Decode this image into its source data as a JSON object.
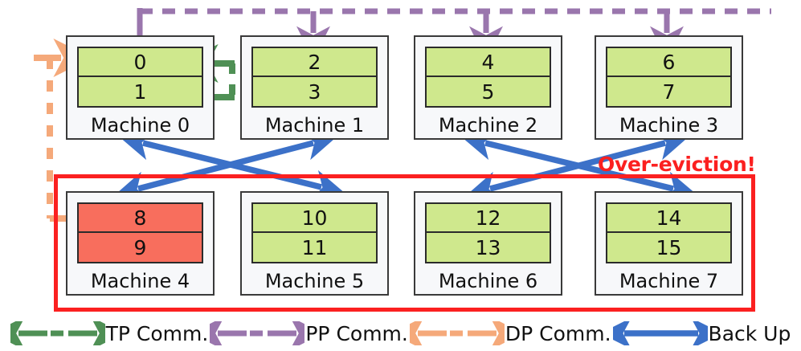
{
  "diagram": {
    "title_annotation": "Over-eviction!",
    "colors": {
      "healthy_block": "#cfe88d",
      "evicted_block": "#f86e5d",
      "alert_border": "#fb2020",
      "tp_comm": "#4f9055",
      "pp_comm": "#9a76ad",
      "dp_comm": "#f5a97a",
      "backup": "#3c71c8",
      "machine_fill": "#f7f8fa",
      "machine_border": "#3a3a3a"
    },
    "rows": [
      {
        "row_index": 0,
        "machines": [
          {
            "label": "Machine 0",
            "cells": [
              {
                "id": "0",
                "state": "healthy"
              },
              {
                "id": "1",
                "state": "healthy"
              }
            ]
          },
          {
            "label": "Machine 1",
            "cells": [
              {
                "id": "2",
                "state": "healthy"
              },
              {
                "id": "3",
                "state": "healthy"
              }
            ]
          },
          {
            "label": "Machine 2",
            "cells": [
              {
                "id": "4",
                "state": "healthy"
              },
              {
                "id": "5",
                "state": "healthy"
              }
            ]
          },
          {
            "label": "Machine 3",
            "cells": [
              {
                "id": "6",
                "state": "healthy"
              },
              {
                "id": "7",
                "state": "healthy"
              }
            ]
          }
        ]
      },
      {
        "row_index": 1,
        "machines": [
          {
            "label": "Machine 4",
            "cells": [
              {
                "id": "8",
                "state": "evicted"
              },
              {
                "id": "9",
                "state": "evicted"
              }
            ]
          },
          {
            "label": "Machine 5",
            "cells": [
              {
                "id": "10",
                "state": "healthy"
              },
              {
                "id": "11",
                "state": "healthy"
              }
            ]
          },
          {
            "label": "Machine 6",
            "cells": [
              {
                "id": "12",
                "state": "healthy"
              },
              {
                "id": "13",
                "state": "healthy"
              }
            ]
          },
          {
            "label": "Machine 7",
            "cells": [
              {
                "id": "14",
                "state": "healthy"
              },
              {
                "id": "15",
                "state": "healthy"
              }
            ]
          }
        ]
      }
    ],
    "backup_links": [
      {
        "from": "Machine 0",
        "to": "Machine 5"
      },
      {
        "from": "Machine 1",
        "to": "Machine 4"
      },
      {
        "from": "Machine 2",
        "to": "Machine 7"
      },
      {
        "from": "Machine 3",
        "to": "Machine 6"
      }
    ],
    "legend": [
      {
        "key": "tp",
        "label": "TP Comm.",
        "style": "dashed-bidirectional",
        "color": "#4f9055"
      },
      {
        "key": "pp",
        "label": "PP Comm.",
        "style": "dashed-bidirectional",
        "color": "#9a76ad"
      },
      {
        "key": "dp",
        "label": "DP Comm.",
        "style": "dashed-bidirectional",
        "color": "#f5a97a"
      },
      {
        "key": "backup",
        "label": "Back Up",
        "style": "solid-bidirectional",
        "color": "#3c71c8"
      }
    ]
  }
}
